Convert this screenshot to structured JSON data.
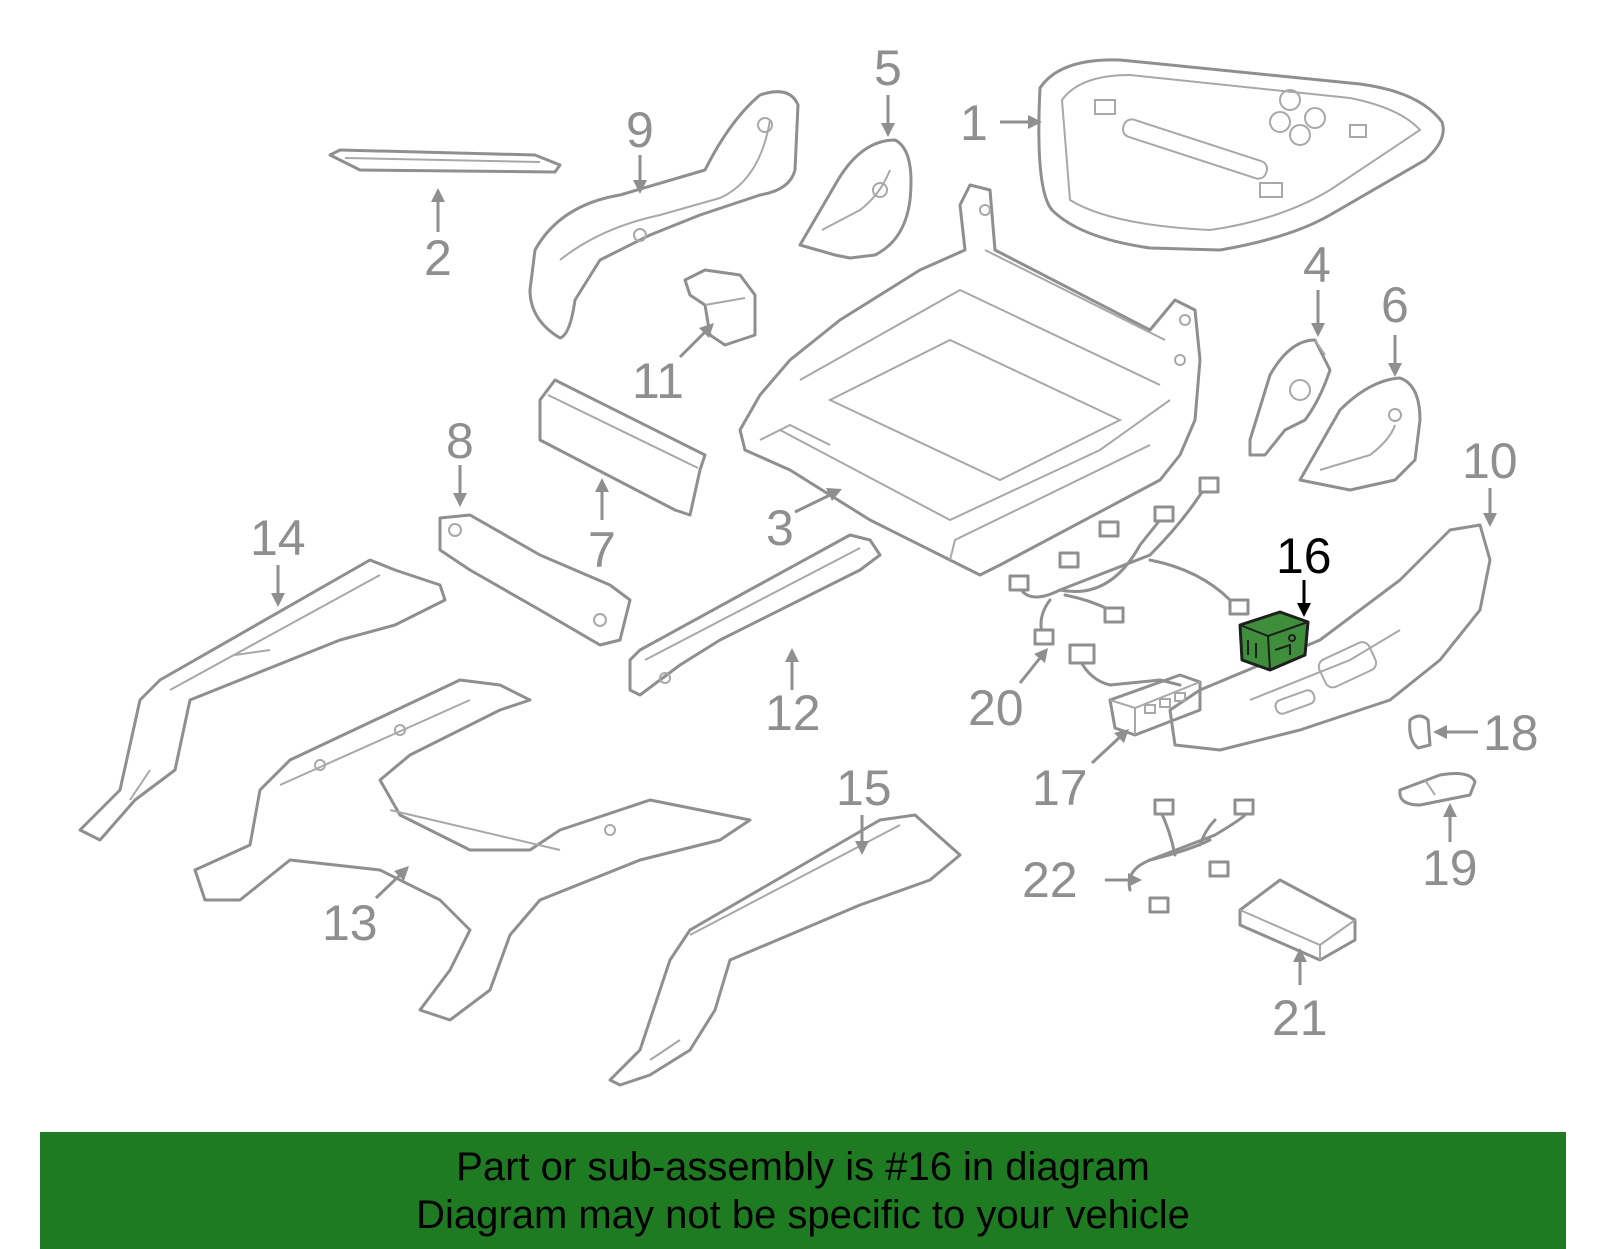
{
  "highlighted_part": "16",
  "colors": {
    "line": "#8f8f8f",
    "highlight": "#3f8e3b",
    "highlight_label": "#000000",
    "banner": "#1e7b22"
  },
  "callouts": {
    "c1": "1",
    "c2": "2",
    "c3": "3",
    "c4": "4",
    "c5": "5",
    "c6": "6",
    "c7": "7",
    "c8": "8",
    "c9": "9",
    "c10": "10",
    "c11": "11",
    "c12": "12",
    "c13": "13",
    "c14": "14",
    "c15": "15",
    "c16": "16",
    "c17": "17",
    "c18": "18",
    "c19": "19",
    "c20": "20",
    "c21": "21",
    "c22": "22"
  },
  "banner": {
    "line1": "Part or sub-assembly is #16 in diagram",
    "line2": "Diagram may not be specific to your vehicle"
  }
}
